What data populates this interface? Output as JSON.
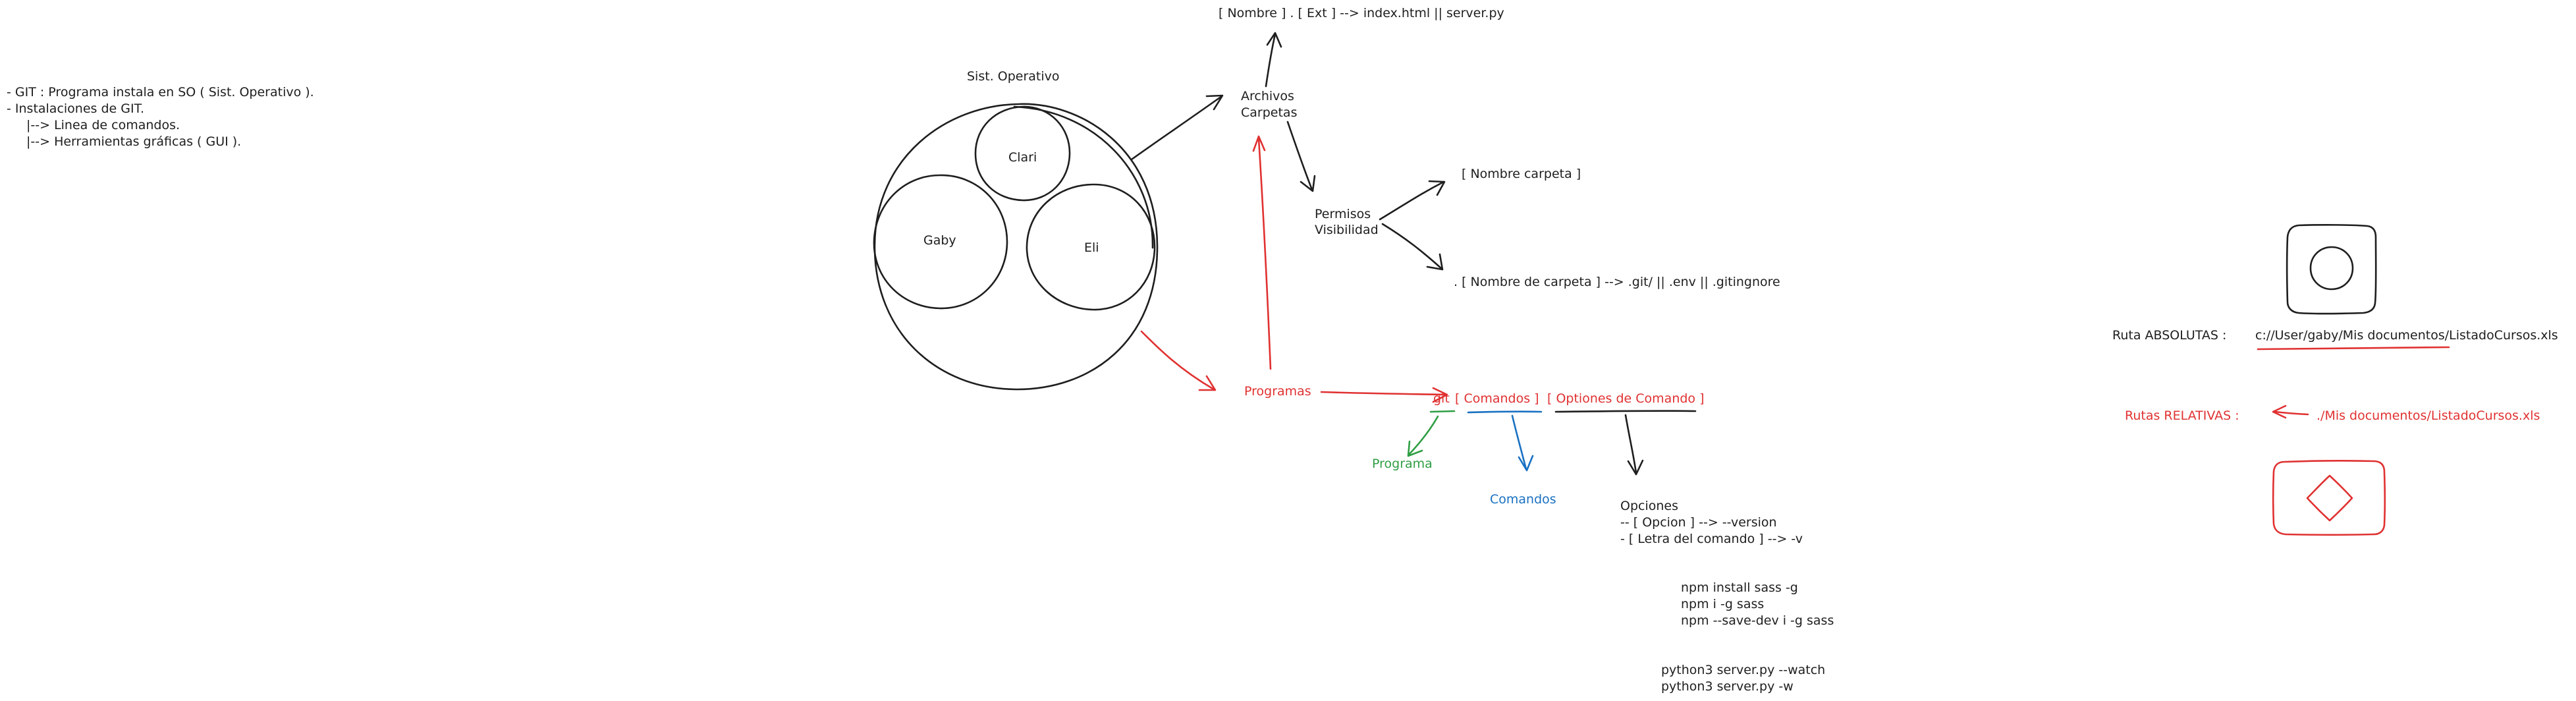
{
  "notes": {
    "line1": "- GIT : Programa instala en SO ( Sist. Operativo ).",
    "line2": "- Instalaciones de GIT.",
    "line3": "|--> Linea de comandos.",
    "line4": "|--> Herramientas gráficas ( GUI )."
  },
  "os": {
    "title": "Sist. Operativo",
    "user_top": "Clari",
    "user_left": "Gaby",
    "user_right": "Eli"
  },
  "files": {
    "name_ext": "[ Nombre ] . [ Ext ] --> index.html || server.py",
    "archivos": "Archivos",
    "carpetas": "Carpetas",
    "permisos": "Permisos",
    "visibilidad": "Visibilidad",
    "folder_name": "[ Nombre carpeta ]",
    "hidden_folder": ". [ Nombre de carpeta ]  --> .git/ || .env || .gitingnore"
  },
  "programs": {
    "label": "Programas"
  },
  "command": {
    "git": "git",
    "comandos": "[ Comandos ]",
    "opciones": "[ Optiones de Comando ]",
    "programa_label": "Programa",
    "comandos_label": "Comandos"
  },
  "options": {
    "title": "Opciones",
    "line1": "-- [ Opcion ]  --> --version",
    "line2": "- [ Letra del comando ]    -->   -v",
    "npm1": "npm install sass -g",
    "npm2": "npm i -g sass",
    "npm3": "npm --save-dev i -g sass",
    "py1": "python3 server.py --watch",
    "py2": "python3 server.py -w"
  },
  "paths": {
    "absolutas_label": "Ruta ABSOLUTAS :",
    "absolutas_value": "c://User/gaby/Mis documentos/ListadoCursos.xls",
    "relativas_label": "Rutas RELATIVAS :",
    "relativas_value": "./Mis documentos/ListadoCursos.xls"
  },
  "colors": {
    "ink": "#1e1e1e",
    "red": "#e03131",
    "green": "#2f9e44",
    "blue": "#1971c2"
  }
}
